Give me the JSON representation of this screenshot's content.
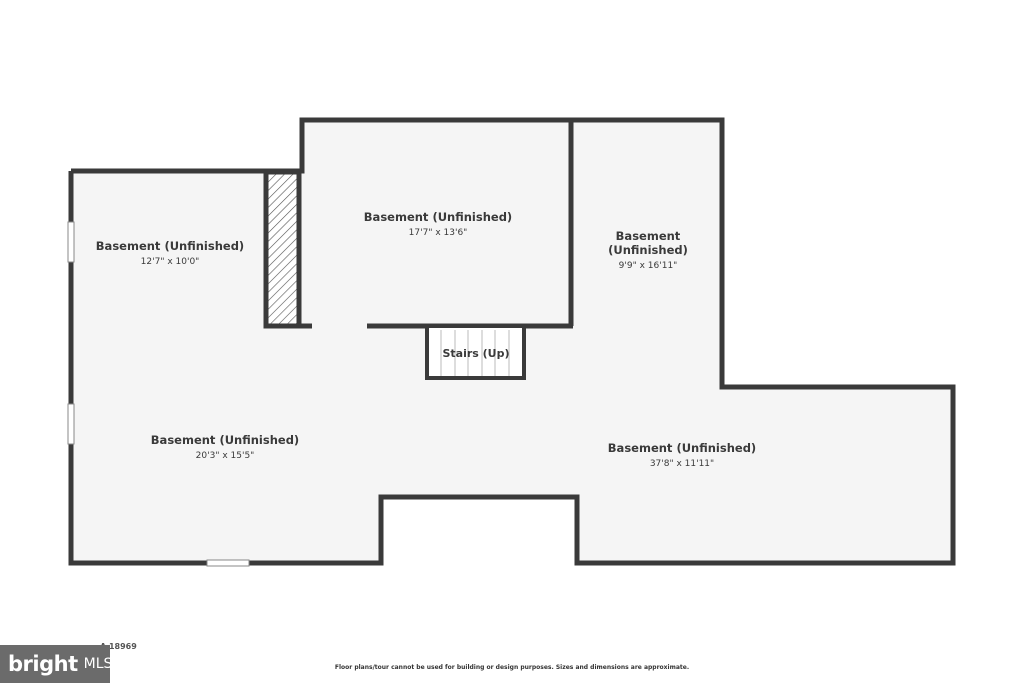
{
  "rooms": [
    {
      "label": "Basement (Unfinished)",
      "dims": "12'7\" x 10'0\""
    },
    {
      "label": "Basement (Unfinished)",
      "dims": "17'7\" x 13'6\""
    },
    {
      "label_line1": "Basement",
      "label_line2": "(Unfinished)",
      "dims": "9'9\" x 16'11\""
    },
    {
      "label": "Basement (Unfinished)",
      "dims": "20'3\" x 15'5\""
    },
    {
      "label": "Basement (Unfinished)",
      "dims": "37'8\" x 11'11\""
    }
  ],
  "stairs": {
    "label": "Stairs (Up)"
  },
  "footer": {
    "address": "A 18969",
    "disclaimer": "Floor plans/tour cannot be used for building or design purposes. Sizes and dimensions are approximate."
  },
  "logo": {
    "brand": "bright",
    "suffix": "MLS"
  },
  "colors": {
    "wall": "#3a3a3a",
    "floor": "#f5f5f5",
    "brand_dot": "#e04e39"
  }
}
